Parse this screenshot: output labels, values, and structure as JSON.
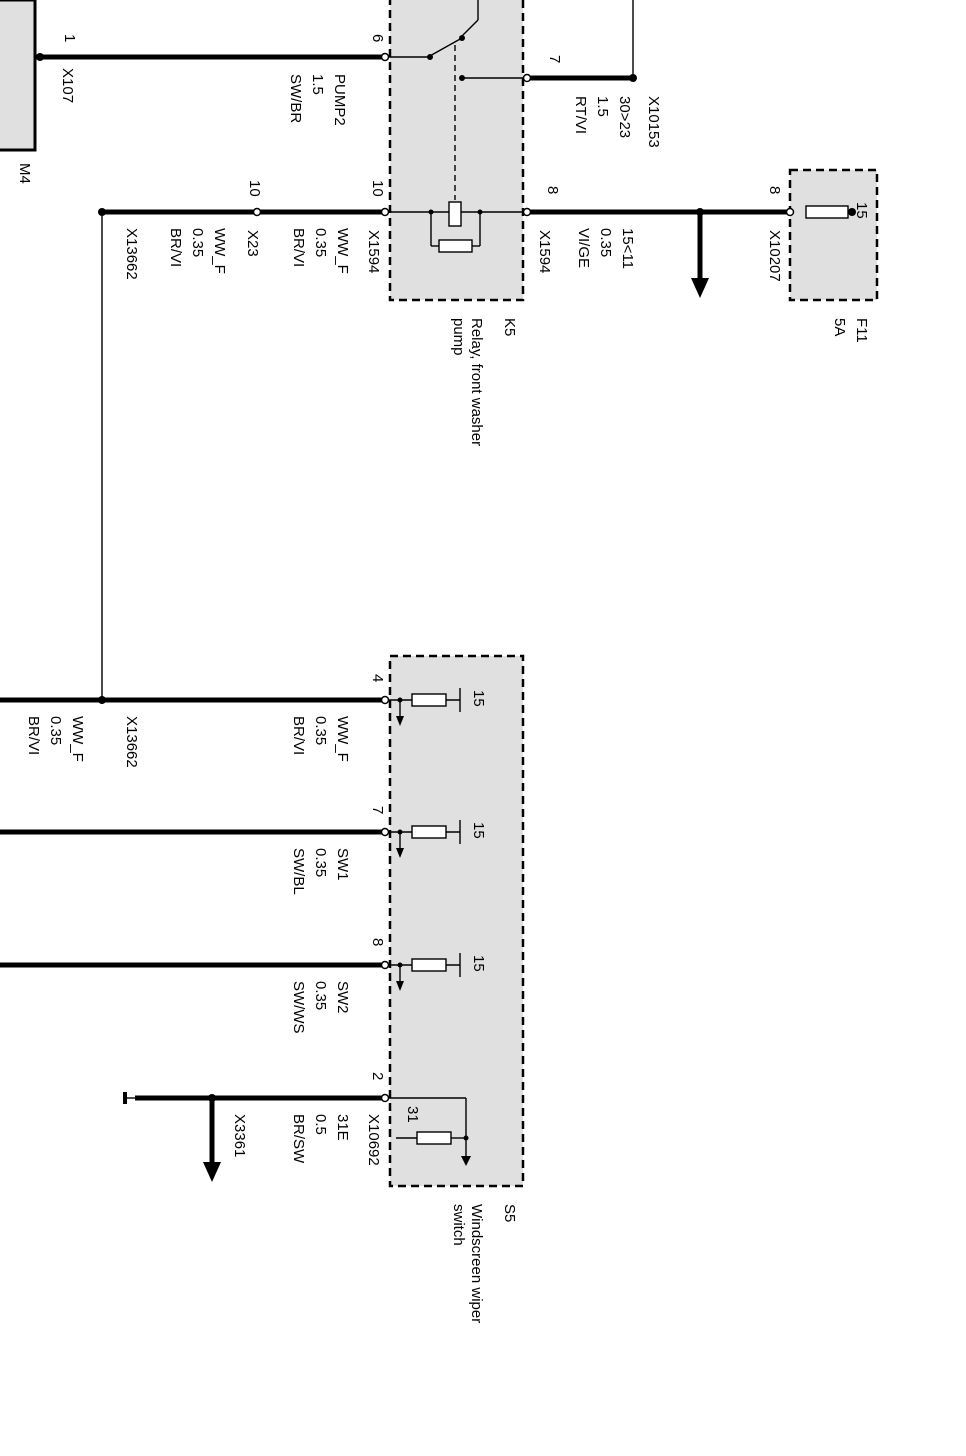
{
  "components": {
    "m4": {
      "id": "M4",
      "connector": "X107",
      "pin": "1"
    },
    "k5": {
      "id": "K5",
      "name": "Relay, front washer pump"
    },
    "f11": {
      "id": "F11",
      "rating": "5A",
      "terminal": "15",
      "connector": "X10207",
      "pin": "8"
    },
    "s5": {
      "id": "S5",
      "name": "Windscreen wiper switch"
    }
  },
  "k5_pins": {
    "p6": "6",
    "p7": "7",
    "p10": "10",
    "p8": "8",
    "x1594_left": "X1594",
    "x1594_right": "X1594"
  },
  "wires": {
    "pump2": {
      "signal": "PUMP2",
      "size": "1.5",
      "color": "SW/BR"
    },
    "rtvi": {
      "terminal": "30>23",
      "size": "1.5",
      "color": "RT/VI",
      "connector": "X10153"
    },
    "ww_f_k5": {
      "signal": "WW_F",
      "size": "0.35",
      "color": "BR/VI"
    },
    "ww_f_x23": {
      "signal": "WW_F",
      "size": "0.35",
      "color": "BR/VI",
      "connector": "X23",
      "pin": "10"
    },
    "splice_top": {
      "connector": "X13662"
    },
    "vige": {
      "terminal": "15<11",
      "size": "0.35",
      "color": "VI/GE"
    },
    "ww_f_s5": {
      "signal": "WW_F",
      "size": "0.35",
      "color": "BR/VI"
    },
    "ww_f_lower": {
      "signal": "WW_F",
      "size": "0.35",
      "color": "BR/VI"
    },
    "splice_bottom": {
      "connector": "X13662"
    },
    "sw1": {
      "signal": "SW1",
      "size": "0.35",
      "color": "SW/BL"
    },
    "sw2": {
      "signal": "SW2",
      "size": "0.35",
      "color": "SW/WS"
    },
    "gnd": {
      "terminal": "31E",
      "size": "0.5",
      "color": "BR/SW",
      "connector": "X10692",
      "ground": "X3361"
    }
  },
  "s5_pins": {
    "p4": "4",
    "p7": "7",
    "p8": "8",
    "p2": "2",
    "t15a": "15",
    "t15b": "15",
    "t15c": "15",
    "t31": "31"
  }
}
